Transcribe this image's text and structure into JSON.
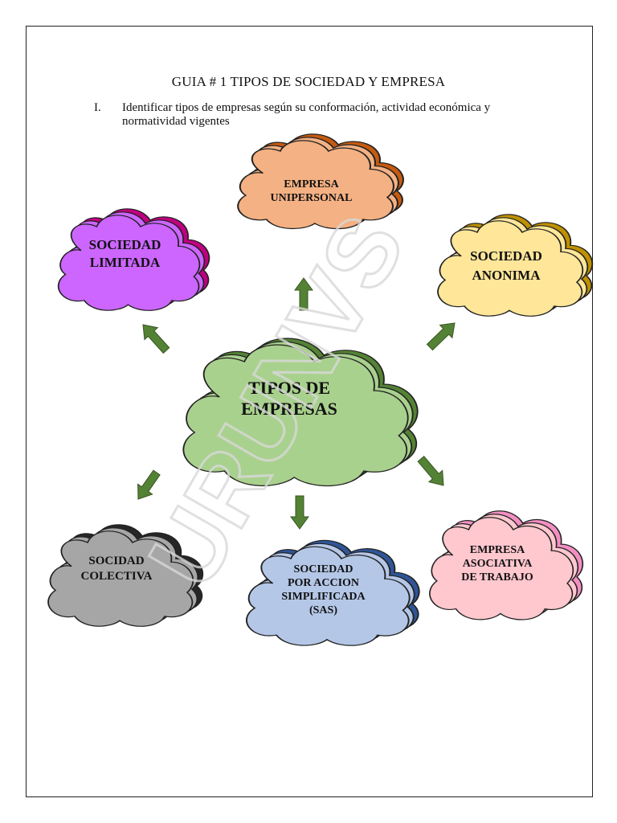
{
  "document": {
    "title": "GUIA # 1 TIPOS DE SOCIEDAD Y EMPRESA",
    "item_number": "I.",
    "item_text": "Identificar tipos de empresas según su conformación, actividad económica y normatividad vigentes"
  },
  "diagram": {
    "center": {
      "lines": [
        "TIPOS DE",
        "EMPRESAS"
      ],
      "fill": "#a9d18e",
      "shadow": "#548235"
    },
    "nodes": [
      {
        "id": "empresa-unipersonal",
        "lines": [
          "EMPRESA",
          "UNIPERSONAL"
        ],
        "fill": "#f4b183",
        "shadow": "#c55a11"
      },
      {
        "id": "sociedad-limitada",
        "lines": [
          "SOCIEDAD",
          "LIMITADA"
        ],
        "fill": "#cc66ff",
        "shadow": "#c00080"
      },
      {
        "id": "sociedad-anonima",
        "lines": [
          "SOCIEDAD",
          "ANONIMA"
        ],
        "fill": "#ffe699",
        "shadow": "#bf9000"
      },
      {
        "id": "socidad-colectiva",
        "lines": [
          "SOCIDAD",
          "COLECTIVA"
        ],
        "fill": "#a6a6a6",
        "shadow": "#262626"
      },
      {
        "id": "sociedad-sas",
        "lines": [
          "SOCIEDAD",
          "POR ACCION",
          "SIMPLIFICADA",
          "(SAS)"
        ],
        "fill": "#b4c7e7",
        "shadow": "#2f5597"
      },
      {
        "id": "empresa-asociativa",
        "lines": [
          "EMPRESA",
          "ASOCIATIVA",
          "DE TRABAJO"
        ],
        "fill": "#ffc7ce",
        "shadow": "#f28fc2"
      }
    ],
    "arrow_color": "#548235"
  }
}
